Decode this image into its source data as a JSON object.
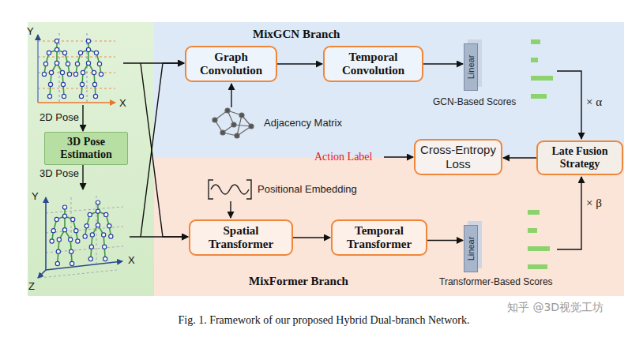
{
  "diagram": {
    "caption": "Fig. 1. Framework of our proposed Hybrid Dual-branch Network.",
    "nodes": [
      {
        "text": [
          "MixGCN Branch"
        ]
      },
      {
        "text": [
          "Graph Convolution"
        ],
        "in": 0
      },
      {
        "text": [
          "Temporal Convolution"
        ],
        "in": 0
      },
      {
        "text": [
          "Linear"
        ],
        "in": 0
      },
      {
        "text": [
          "3D Pose Estimation"
        ]
      },
      {
        "text": [
          "Cross-Entropy Loss"
        ]
      },
      {
        "text": [
          "Late Fusion Strategy"
        ]
      },
      {
        "text": [
          "MixFormer Branch"
        ]
      },
      {
        "text": [
          "Spatial Transformer"
        ],
        "in": 7
      },
      {
        "text": [
          "Temporal Transformer"
        ],
        "in": 7
      },
      {
        "text": [
          "Linear"
        ],
        "in": 7
      }
    ],
    "edges": [
      {
        "from": 1,
        "to": 2,
        "arrow": "to"
      },
      {
        "from": 2,
        "to": 3,
        "arrow": "to"
      },
      {
        "from": 6,
        "to": 5,
        "arrow": "to"
      },
      {
        "from": 8,
        "to": 9,
        "arrow": "to"
      },
      {
        "from": 9,
        "to": 10,
        "arrow": "to"
      }
    ],
    "labels": [
      "2D Pose",
      "3D Pose",
      "Y",
      "X",
      "Y",
      "X",
      "Z",
      "Adjacency Matrix",
      "GCN-Based Scores",
      "× α",
      "Action Label",
      "Positional Embedding",
      "Transformer-Based Scores",
      "× β",
      "知乎 @3D视觉工坊"
    ]
  }
}
